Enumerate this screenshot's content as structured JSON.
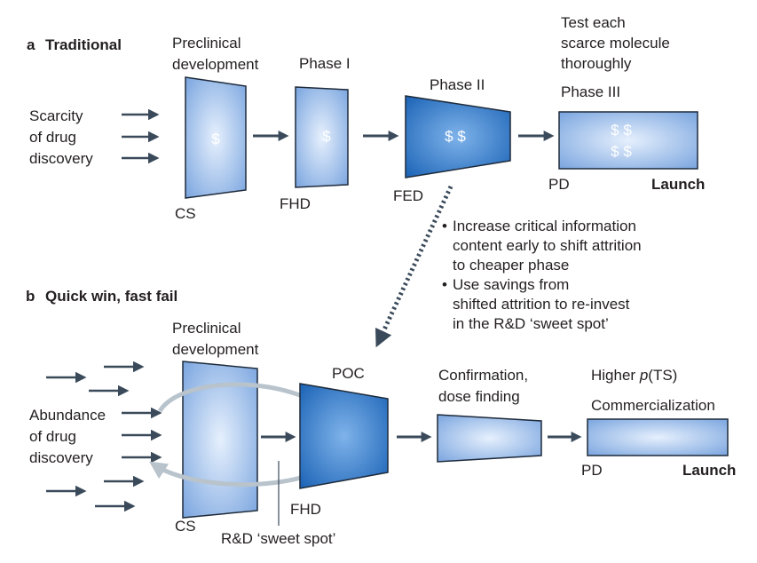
{
  "section_a": {
    "letter": "a",
    "title": "Traditional",
    "input_lines": [
      "Scarcity",
      "of drug",
      "discovery"
    ],
    "preclinical_lines": [
      "Preclinical",
      "development"
    ],
    "phase1": "Phase I",
    "phase2": "Phase II",
    "test_lines": [
      "Test each",
      "scarce molecule",
      "thoroughly"
    ],
    "phase3": "Phase III",
    "dollar1": "$",
    "dollar2": "$",
    "dollar3": "$ $",
    "dollar4a": "$ $",
    "dollar4b": "$ $",
    "cs": "CS",
    "fhd": "FHD",
    "fed": "FED",
    "pd": "PD",
    "launch": "Launch"
  },
  "notes": [
    [
      "•",
      "Increase critical information"
    ],
    [
      "",
      "content early to shift attrition"
    ],
    [
      "",
      "to cheaper phase"
    ],
    [
      "•",
      "Use savings from"
    ],
    [
      "",
      "shifted attrition to re-invest"
    ],
    [
      "",
      "in the R&D ‘sweet spot’"
    ]
  ],
  "section_b": {
    "letter": "b",
    "title": "Quick win, fast fail",
    "preclinical_lines": [
      "Preclinical",
      "development"
    ],
    "input_lines": [
      "Abundance",
      "of drug",
      "discovery"
    ],
    "poc": "POC",
    "confirm_lines": [
      "Confirmation,",
      "dose finding"
    ],
    "higher_prefix": "Higher ",
    "higher_p": "p",
    "higher_suffix": "(TS)",
    "commercial": "Commercialization",
    "cs": "CS",
    "fhd": "FHD",
    "sweet_spot": "R&D ‘sweet spot’",
    "pd": "PD",
    "launch": "Launch"
  },
  "colors": {
    "arrow": "#3a4a5a",
    "light_fill_edge": "#7da7e0",
    "light_fill_center": "#e4eefc",
    "dark_fill_edge": "#1f66b8",
    "dark_fill_center": "#6fa8e6",
    "outline": "#1e2a3a",
    "loop": "#b8c3cc"
  }
}
